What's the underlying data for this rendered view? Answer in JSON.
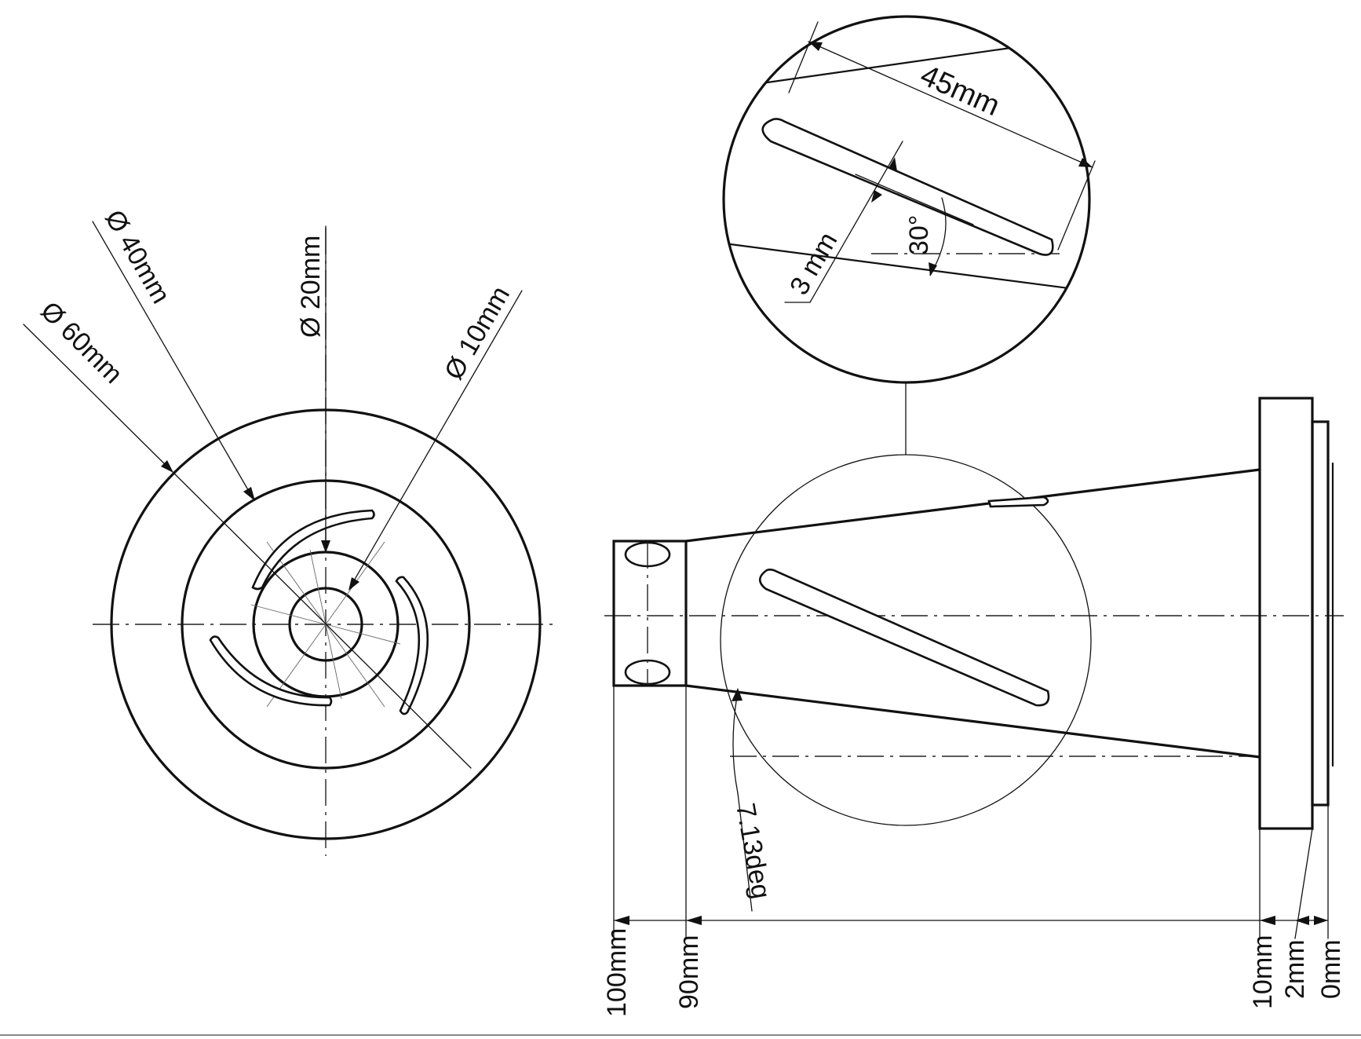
{
  "labels": {
    "d60": "Ø 60mm",
    "d40": "Ø 40mm",
    "d20": "Ø 20mm",
    "d10": "Ø 10mm",
    "length45": "45mm",
    "width3": "3 mm",
    "angle30": "30°",
    "taper": "7.13deg",
    "pos100": "100mm",
    "pos90": "90mm",
    "pos10": "10mm",
    "pos2": "2mm",
    "pos0": "0mm"
  }
}
